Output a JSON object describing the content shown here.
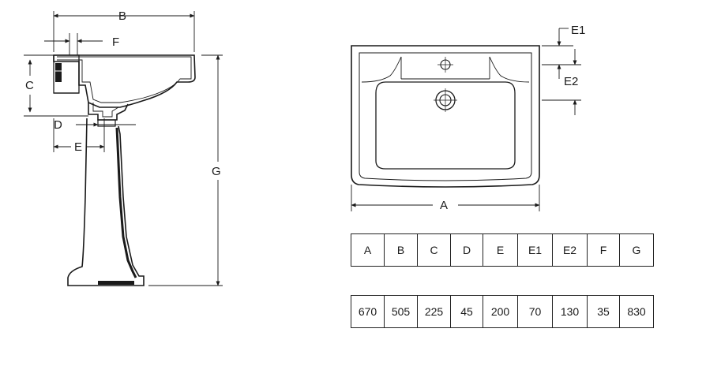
{
  "side_view": {
    "dimension_labels": {
      "B": "B",
      "F": "F",
      "C": "C",
      "D": "D",
      "E": "E",
      "G": "G"
    }
  },
  "top_view": {
    "dimension_labels": {
      "A": "A",
      "E1": "E1",
      "E2": "E2"
    }
  },
  "spec_table": {
    "headers": [
      "A",
      "B",
      "C",
      "D",
      "E",
      "E1",
      "E2",
      "F",
      "G"
    ],
    "values": [
      "670",
      "505",
      "225",
      "45",
      "200",
      "70",
      "130",
      "35",
      "830"
    ]
  }
}
